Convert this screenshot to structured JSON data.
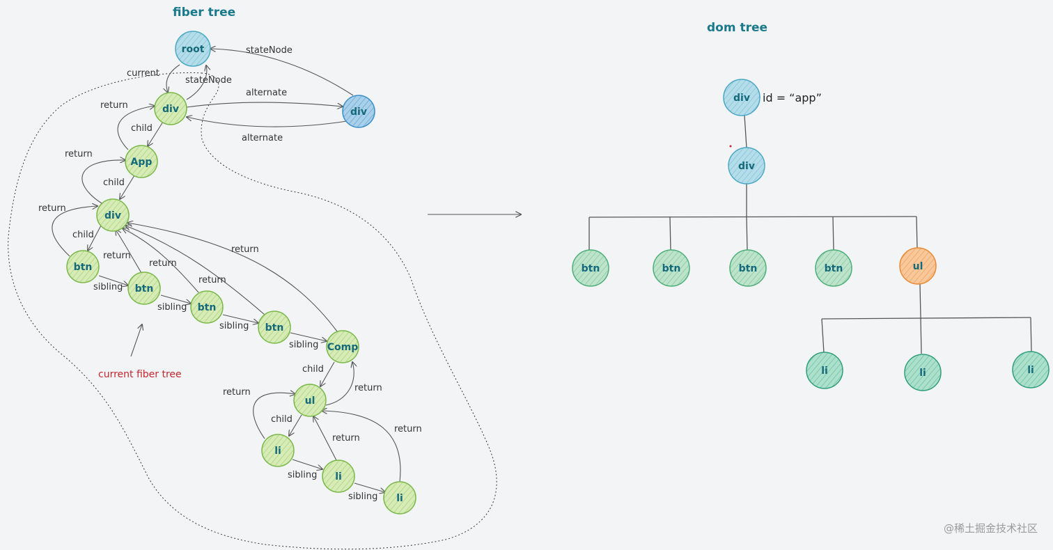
{
  "titles": {
    "fiber_tree": "fiber tree",
    "dom_tree": "dom tree",
    "current_fiber_tree": "current fiber tree"
  },
  "watermark": "@稀土掘金技术社区",
  "dom_attr": "id = “app”",
  "colors": {
    "blue_fill": "#b5dde9",
    "blue_stroke": "#4aa7c4",
    "blue2_fill": "#a9cfe9",
    "blue2_stroke": "#3a8fc9",
    "green_fill": "#d2e8b0",
    "green_stroke": "#7bb84a",
    "dom_green_fill": "#b7e0c6",
    "dom_green_stroke": "#4bae77",
    "teal_fill": "#a9dcc8",
    "teal_stroke": "#2f9e78",
    "orange_fill": "#f6c090",
    "orange_stroke": "#e88a34"
  },
  "fiber_nodes": {
    "root": "root",
    "div_host": "div",
    "div_alt": "div",
    "app": "App",
    "div_inner": "div",
    "btn1": "btn",
    "btn2": "btn",
    "btn3": "btn",
    "btn4": "btn",
    "comp": "Comp",
    "ul": "ul",
    "li1": "li",
    "li2": "li",
    "li3": "li"
  },
  "dom_nodes": {
    "div_app": "div",
    "div": "div",
    "btn1": "btn",
    "btn2": "btn",
    "btn3": "btn",
    "btn4": "btn",
    "ul": "ul",
    "li1": "li",
    "li2": "li",
    "li3": "li"
  },
  "edge_labels": {
    "statenode_1": "stateNode",
    "statenode_2": "stateNode",
    "current": "current",
    "alternate_1": "alternate",
    "alternate_2": "alternate",
    "return_div": "return",
    "child_div": "child",
    "return_app": "return",
    "child_app": "child",
    "return_inner": "return",
    "child_inner": "child",
    "return_btn2": "return",
    "return_btn3": "return",
    "return_btn4": "return",
    "return_comp": "return",
    "sibling_1": "sibling",
    "sibling_2": "sibling",
    "sibling_3": "sibling",
    "sibling_4": "sibling",
    "child_comp": "child",
    "return_ul": "return",
    "return_li1": "return",
    "child_ul": "child",
    "return_li2": "return",
    "return_li3": "return",
    "sibling_li1": "sibling",
    "sibling_li2": "sibling"
  }
}
